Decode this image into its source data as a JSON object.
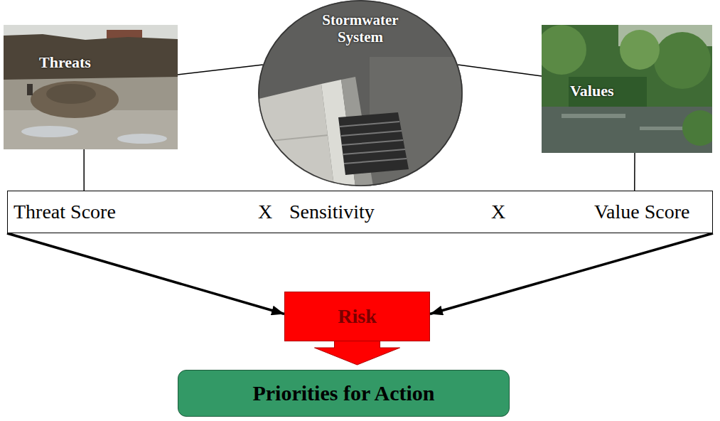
{
  "diagram": {
    "nodes": [
      {
        "text": [
          "Threats"
        ]
      },
      {
        "text": [
          "Stormwater System"
        ]
      },
      {
        "text": [
          "Values"
        ]
      },
      {
        "text": [
          "Threat Score",
          "X",
          "Sensitivity",
          "X",
          "Value Score"
        ]
      },
      {
        "text": [
          "Risk"
        ]
      },
      {
        "text": [
          "Priorities for Action"
        ]
      }
    ],
    "edges": [
      {
        "from": 1,
        "to": 0,
        "arrow": "none"
      },
      {
        "from": 1,
        "to": 2,
        "arrow": "none"
      },
      {
        "from": 0,
        "to": 3,
        "arrow": "none"
      },
      {
        "from": 2,
        "to": 3,
        "arrow": "none"
      },
      {
        "from": 3,
        "to": 4,
        "arrow": "to"
      },
      {
        "from": 3,
        "to": 4,
        "arrow": "to"
      },
      {
        "from": 4,
        "to": 5,
        "arrow": "to"
      }
    ]
  }
}
